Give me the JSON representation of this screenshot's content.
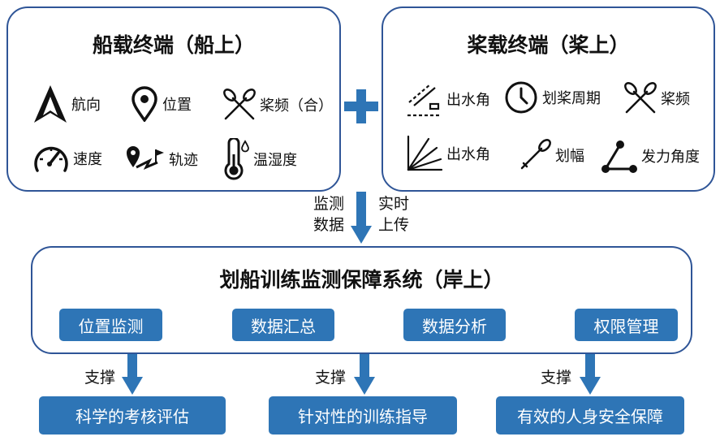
{
  "ship_terminal": {
    "title": "船载终端（船上）",
    "items": [
      {
        "icon": "navigation-arrow-icon",
        "label": "航向"
      },
      {
        "icon": "location-pin-icon",
        "label": "位置"
      },
      {
        "icon": "crossed-oars-icon",
        "label": "桨频（合）"
      },
      {
        "icon": "speedometer-icon",
        "label": "速度"
      },
      {
        "icon": "track-route-icon",
        "label": "轨迹"
      },
      {
        "icon": "thermometer-icon",
        "label": "温湿度"
      }
    ]
  },
  "oar_terminal": {
    "title": "桨载终端（桨上）",
    "items": [
      {
        "icon": "exit-angle-icon",
        "label": "出水角"
      },
      {
        "icon": "clock-icon",
        "label": "划桨周期"
      },
      {
        "icon": "crossed-oars-icon",
        "label": "桨频"
      },
      {
        "icon": "angle-fan-icon",
        "label": "出水角"
      },
      {
        "icon": "single-oar-icon",
        "label": "划幅"
      },
      {
        "icon": "force-angle-icon",
        "label": "发力角度"
      }
    ]
  },
  "plus_color": "#2e75b6",
  "flow": {
    "left_label": "监测\n数据",
    "right_label": "实时\n上传"
  },
  "system": {
    "title": "划船训练监测保障系统（岸上）",
    "modules": [
      "位置监测",
      "数据汇总",
      "数据分析",
      "权限管理"
    ]
  },
  "support": {
    "arrow_label": "支撑",
    "outcomes": [
      "科学的考核评估",
      "针对性的训练指导",
      "有效的人身安全保障"
    ]
  },
  "colors": {
    "border": "#2f5597",
    "accent": "#2e75b6",
    "text": "#111111"
  }
}
